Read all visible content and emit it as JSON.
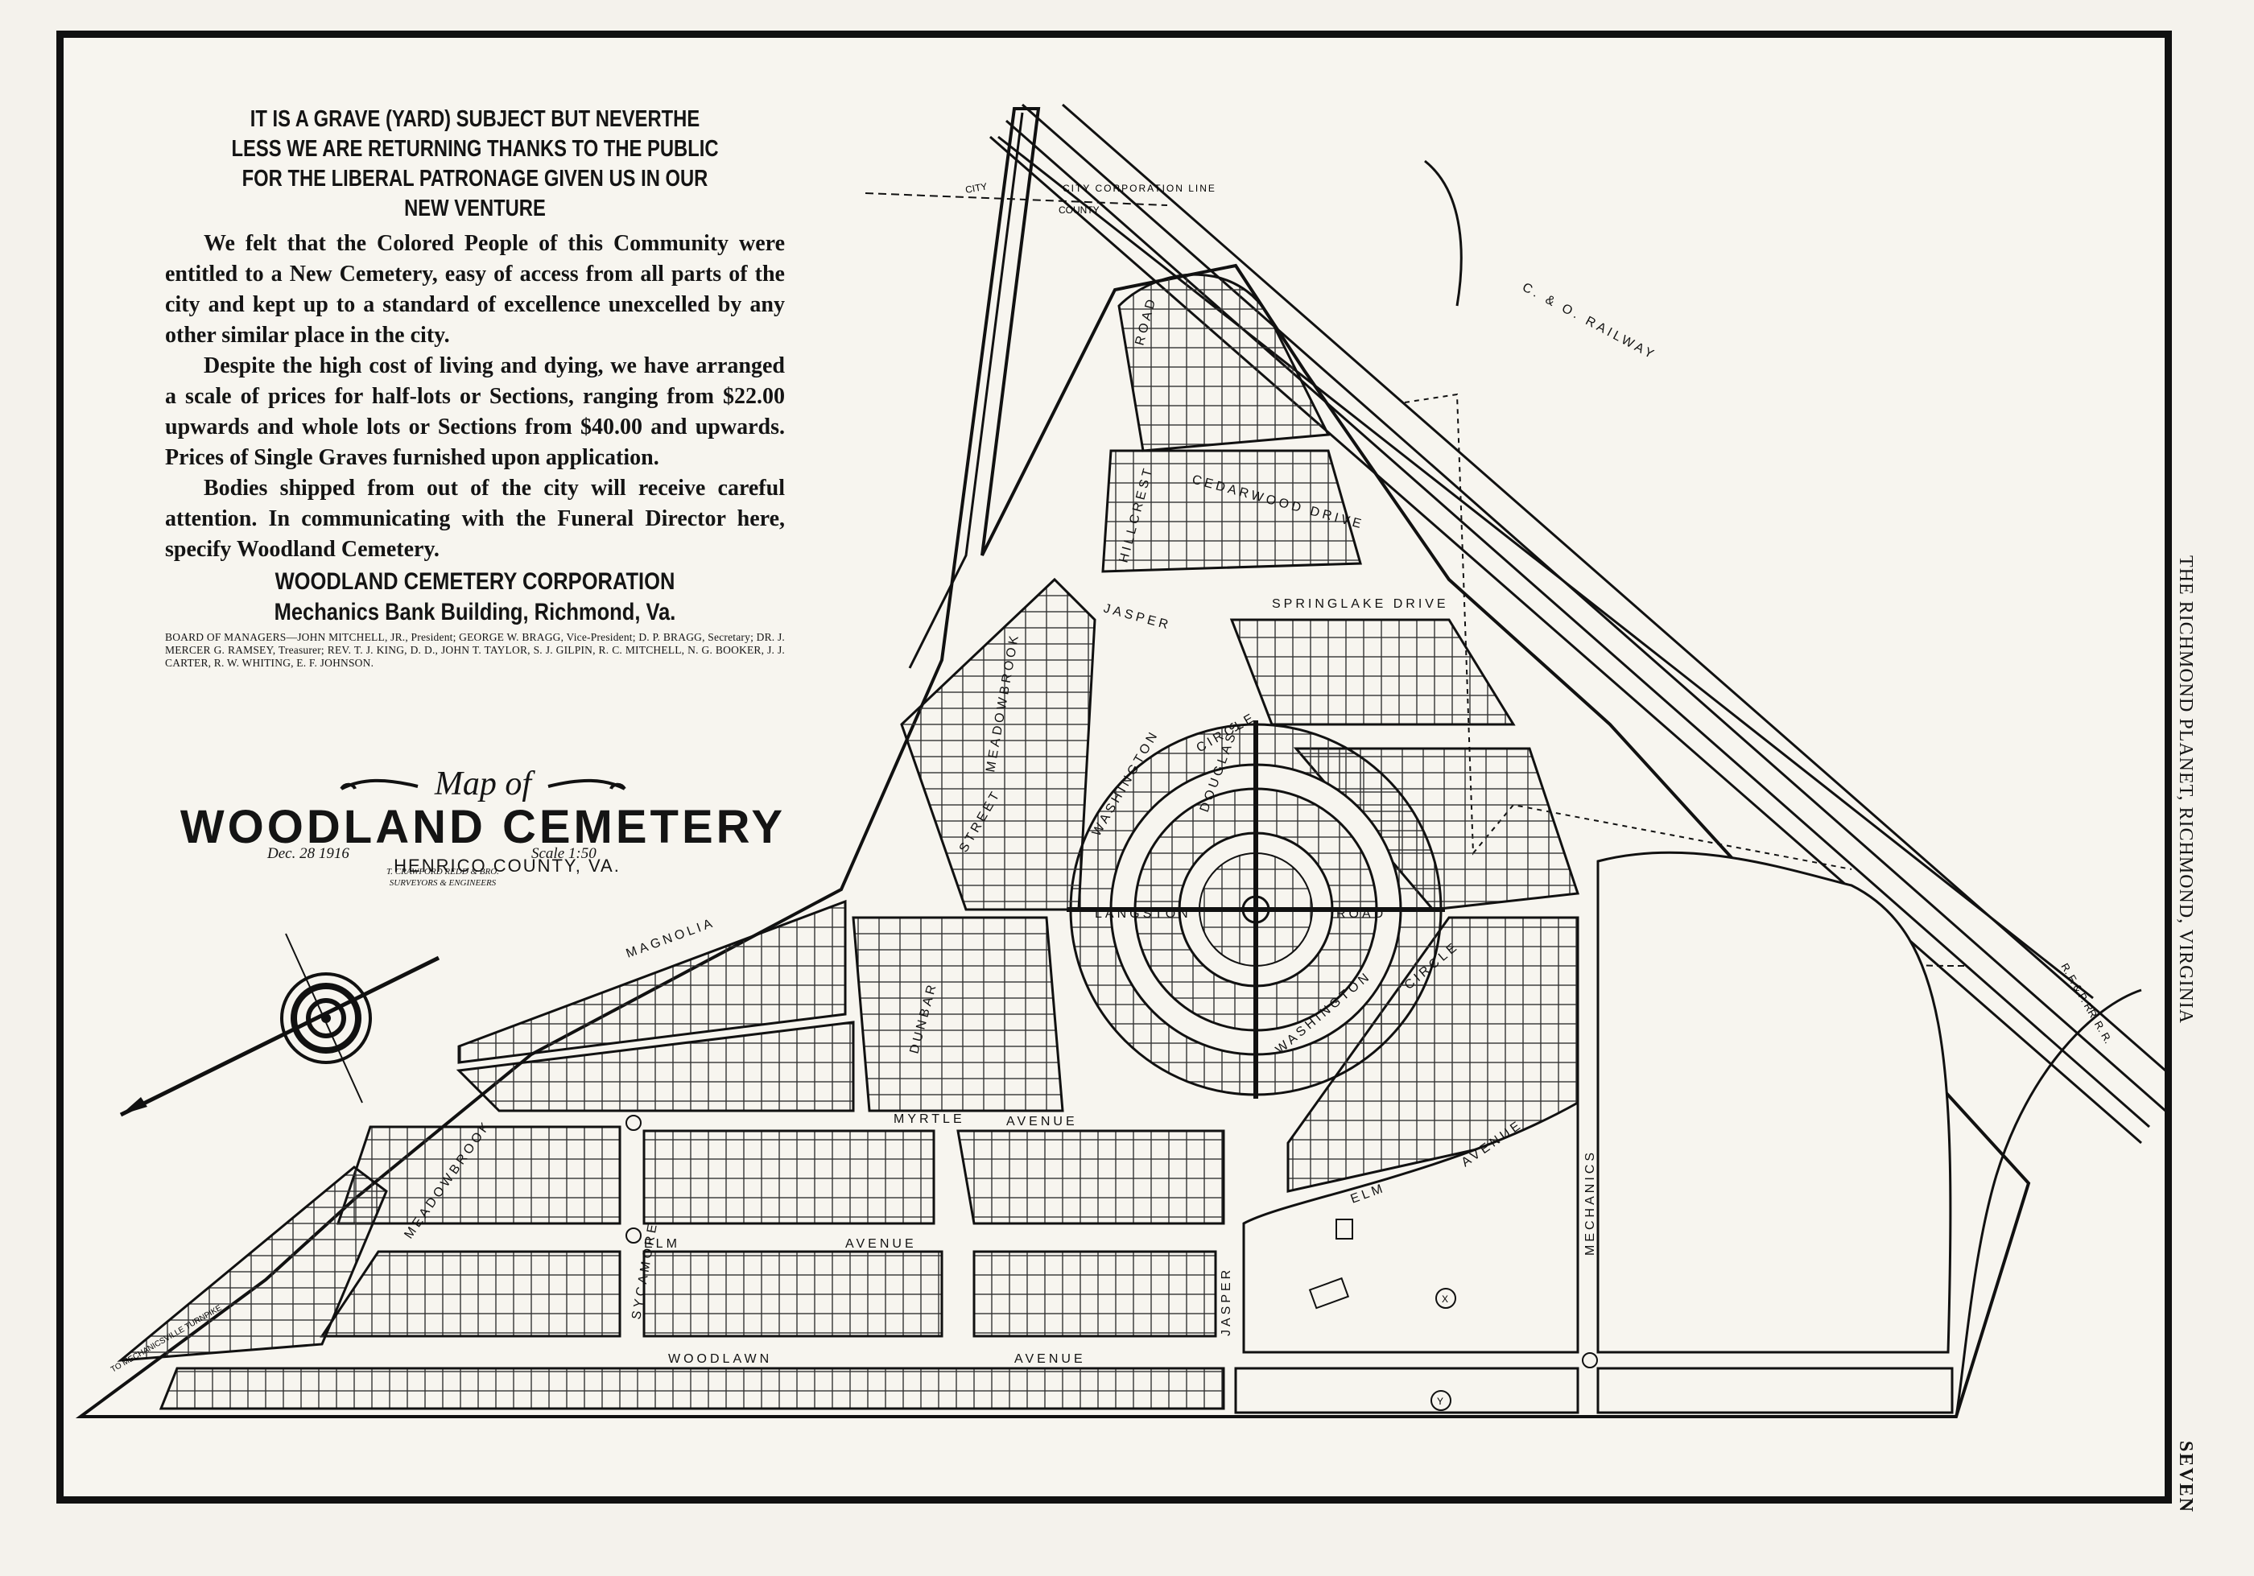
{
  "advertisement": {
    "headline": [
      "IT IS A GRAVE (YARD) SUBJECT BUT NEVERTHE",
      "LESS WE ARE RETURNING THANKS TO THE PUBLIC",
      "FOR THE LIBERAL PATRONAGE GIVEN US IN OUR",
      "NEW VENTURE"
    ],
    "paragraphs": [
      "We felt that the Colored People of this Community were entitled to a New Cemetery, easy of access from all parts of the city and kept up to a standard of excellence unexcelled by any other similar place in the city.",
      "Despite the high cost of living and dying, we have arranged a scale of prices for half-lots or Sections, ranging from $22.00 upwards and whole lots or Sections from $40.00 and upwards. Prices of Single Graves furnished upon application.",
      "Bodies shipped from out of the city will receive careful attention. In communicating with the Funeral Director here, specify Woodland Cemetery."
    ],
    "corporation": "WOODLAND CEMETERY CORPORATION",
    "address": "Mechanics Bank Building, Richmond, Va.",
    "board": "BOARD OF MANAGERS—JOHN MITCHELL, JR., President; GEORGE W. BRAGG, Vice-President; D. P. BRAGG, Secretary; DR. J. MERCER G. RAMSEY, Treasurer; REV. T. J. KING, D. D., JOHN T. TAYLOR, S. J. GILPIN, R. C. MITCHELL, N. G. BOOKER, J. J. CARTER, R. W. WHITING, E. F. JOHNSON."
  },
  "map": {
    "map_of": "Map of",
    "name": "WOODLAND CEMETERY",
    "county": "HENRICO COUNTY, VA.",
    "date": "Dec. 28 1916",
    "scale": "Scale 1:50",
    "surveyor": [
      "T. CRAWFORD REDD & BRO.",
      "SURVEYORS & ENGINEERS"
    ],
    "labels": {
      "railway": "C. & O. RAILWAY",
      "city_line": "CITY CORPORATION LINE",
      "city": "CITY",
      "county": "COUNTY",
      "rfp": "R. F. & P. RR. R. R.",
      "cedarwood": "CEDARWOOD DRIVE",
      "hillcrest": "HILLCREST",
      "road": "ROAD",
      "springlake": "SPRINGLAKE DRIVE",
      "jasper": "JASPER",
      "meadowbrook": "MEADOWBROOK",
      "washington": "WASHINGTON",
      "circle": "CIRCLE",
      "douglass": "DOUGLASS",
      "langston": "LANGSTON",
      "street": "STREET",
      "magnolia": "MAGNOLIA",
      "dunbar": "DUNBAR",
      "myrtle": "MYRTLE",
      "avenue": "AVENUE",
      "elm": "ELM",
      "sycamore": "SYCAMORE",
      "woodlawn": "WOODLAWN",
      "mechanics": "MECHANICS",
      "turnpike": "TO MECHANICSVILLE TURNPIKE",
      "x_mark": "X",
      "y_mark": "Y"
    }
  },
  "sidebar": {
    "newspaper": "THE RICHMOND PLANET, RICHMOND, VIRGINIA",
    "page": "SEVEN"
  }
}
